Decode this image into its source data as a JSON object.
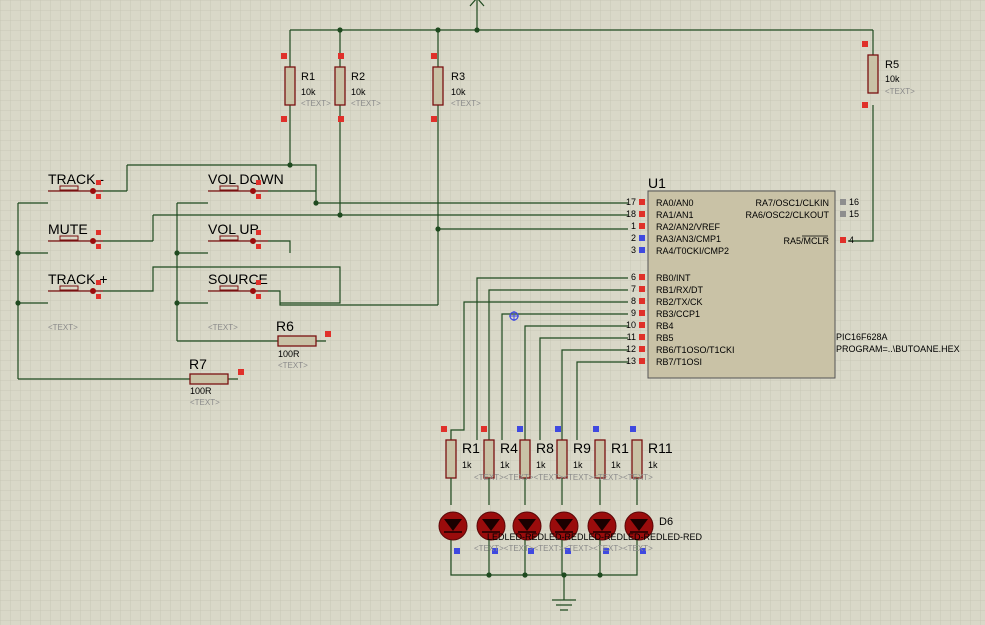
{
  "mcu": {
    "ref": "U1",
    "part": "PIC16F628A",
    "program": "PROGRAM=..\\BUTOANE.HEX",
    "left_pins": [
      {
        "num": "17",
        "name": "RA0/AN0"
      },
      {
        "num": "18",
        "name": "RA1/AN1"
      },
      {
        "num": "1",
        "name": "RA2/AN2/VREF"
      },
      {
        "num": "2",
        "name": "RA3/AN3/CMP1"
      },
      {
        "num": "3",
        "name": "RA4/T0CKI/CMP2"
      },
      {
        "num": "6",
        "name": "RB0/INT"
      },
      {
        "num": "7",
        "name": "RB1/RX/DT"
      },
      {
        "num": "8",
        "name": "RB2/TX/CK"
      },
      {
        "num": "9",
        "name": "RB3/CCP1"
      },
      {
        "num": "10",
        "name": "RB4"
      },
      {
        "num": "11",
        "name": "RB5"
      },
      {
        "num": "12",
        "name": "RB6/T1OSO/T1CKI"
      },
      {
        "num": "13",
        "name": "RB7/T1OSI"
      }
    ],
    "right_pins": [
      {
        "num": "16",
        "name": "RA7/OSC1/CLKIN"
      },
      {
        "num": "15",
        "name": "RA6/OSC2/CLKOUT"
      },
      {
        "num": "4",
        "name": "RA5/MCLR"
      }
    ]
  },
  "resistors": {
    "r1": {
      "ref": "R1",
      "value": "10k",
      "text": "<TEXT>"
    },
    "r2": {
      "ref": "R2",
      "value": "10k",
      "text": "<TEXT>"
    },
    "r3": {
      "ref": "R3",
      "value": "10k",
      "text": "<TEXT>"
    },
    "r5": {
      "ref": "R5",
      "value": "10k",
      "text": "<TEXT>"
    },
    "r6": {
      "ref": "R6",
      "value": "100R",
      "text": "<TEXT>"
    },
    "r7": {
      "ref": "R7",
      "value": "100R",
      "text": "<TEXT>"
    }
  },
  "buttons": [
    {
      "label": "TRACK -"
    },
    {
      "label": "VOL DOWN"
    },
    {
      "label": "MUTE"
    },
    {
      "label": "VOL UP"
    },
    {
      "label": "TRACK +"
    },
    {
      "label": "SOURCE"
    }
  ],
  "button_texts": [
    "<TEXT>",
    "<TEXT>"
  ],
  "led_resistors": [
    {
      "ref": "R1",
      "value": "1k"
    },
    {
      "ref": "R4",
      "value": "1k"
    },
    {
      "ref": "R8",
      "value": "1k"
    },
    {
      "ref": "R9",
      "value": "1k"
    },
    {
      "ref": "R1",
      "value": "1k"
    },
    {
      "ref": "R11",
      "value": "1k"
    }
  ],
  "led_resistor_texts": "<TEXT><TEXT><TEXT><TEXT><TEXT><TEXT>",
  "leds": {
    "ref_last": "D6",
    "part_row": "LEDLED-REDLED-REDLED-REDLED-REDLED-RED",
    "text_row": "<TEXT><TEXT><TEXT><TEXT><TEXT><TEXT>"
  },
  "colors": {
    "background": "#d9d8c8",
    "wire": "#1f4a1f",
    "component": "#7a1111",
    "component_fill": "#c9c2a6",
    "pin_red": "#e0302a",
    "pin_blue": "#3f49e0",
    "led": "#9a0c0c"
  },
  "icons": [
    "power-terminal-icon",
    "ground-icon",
    "probe-crosshair-icon"
  ]
}
